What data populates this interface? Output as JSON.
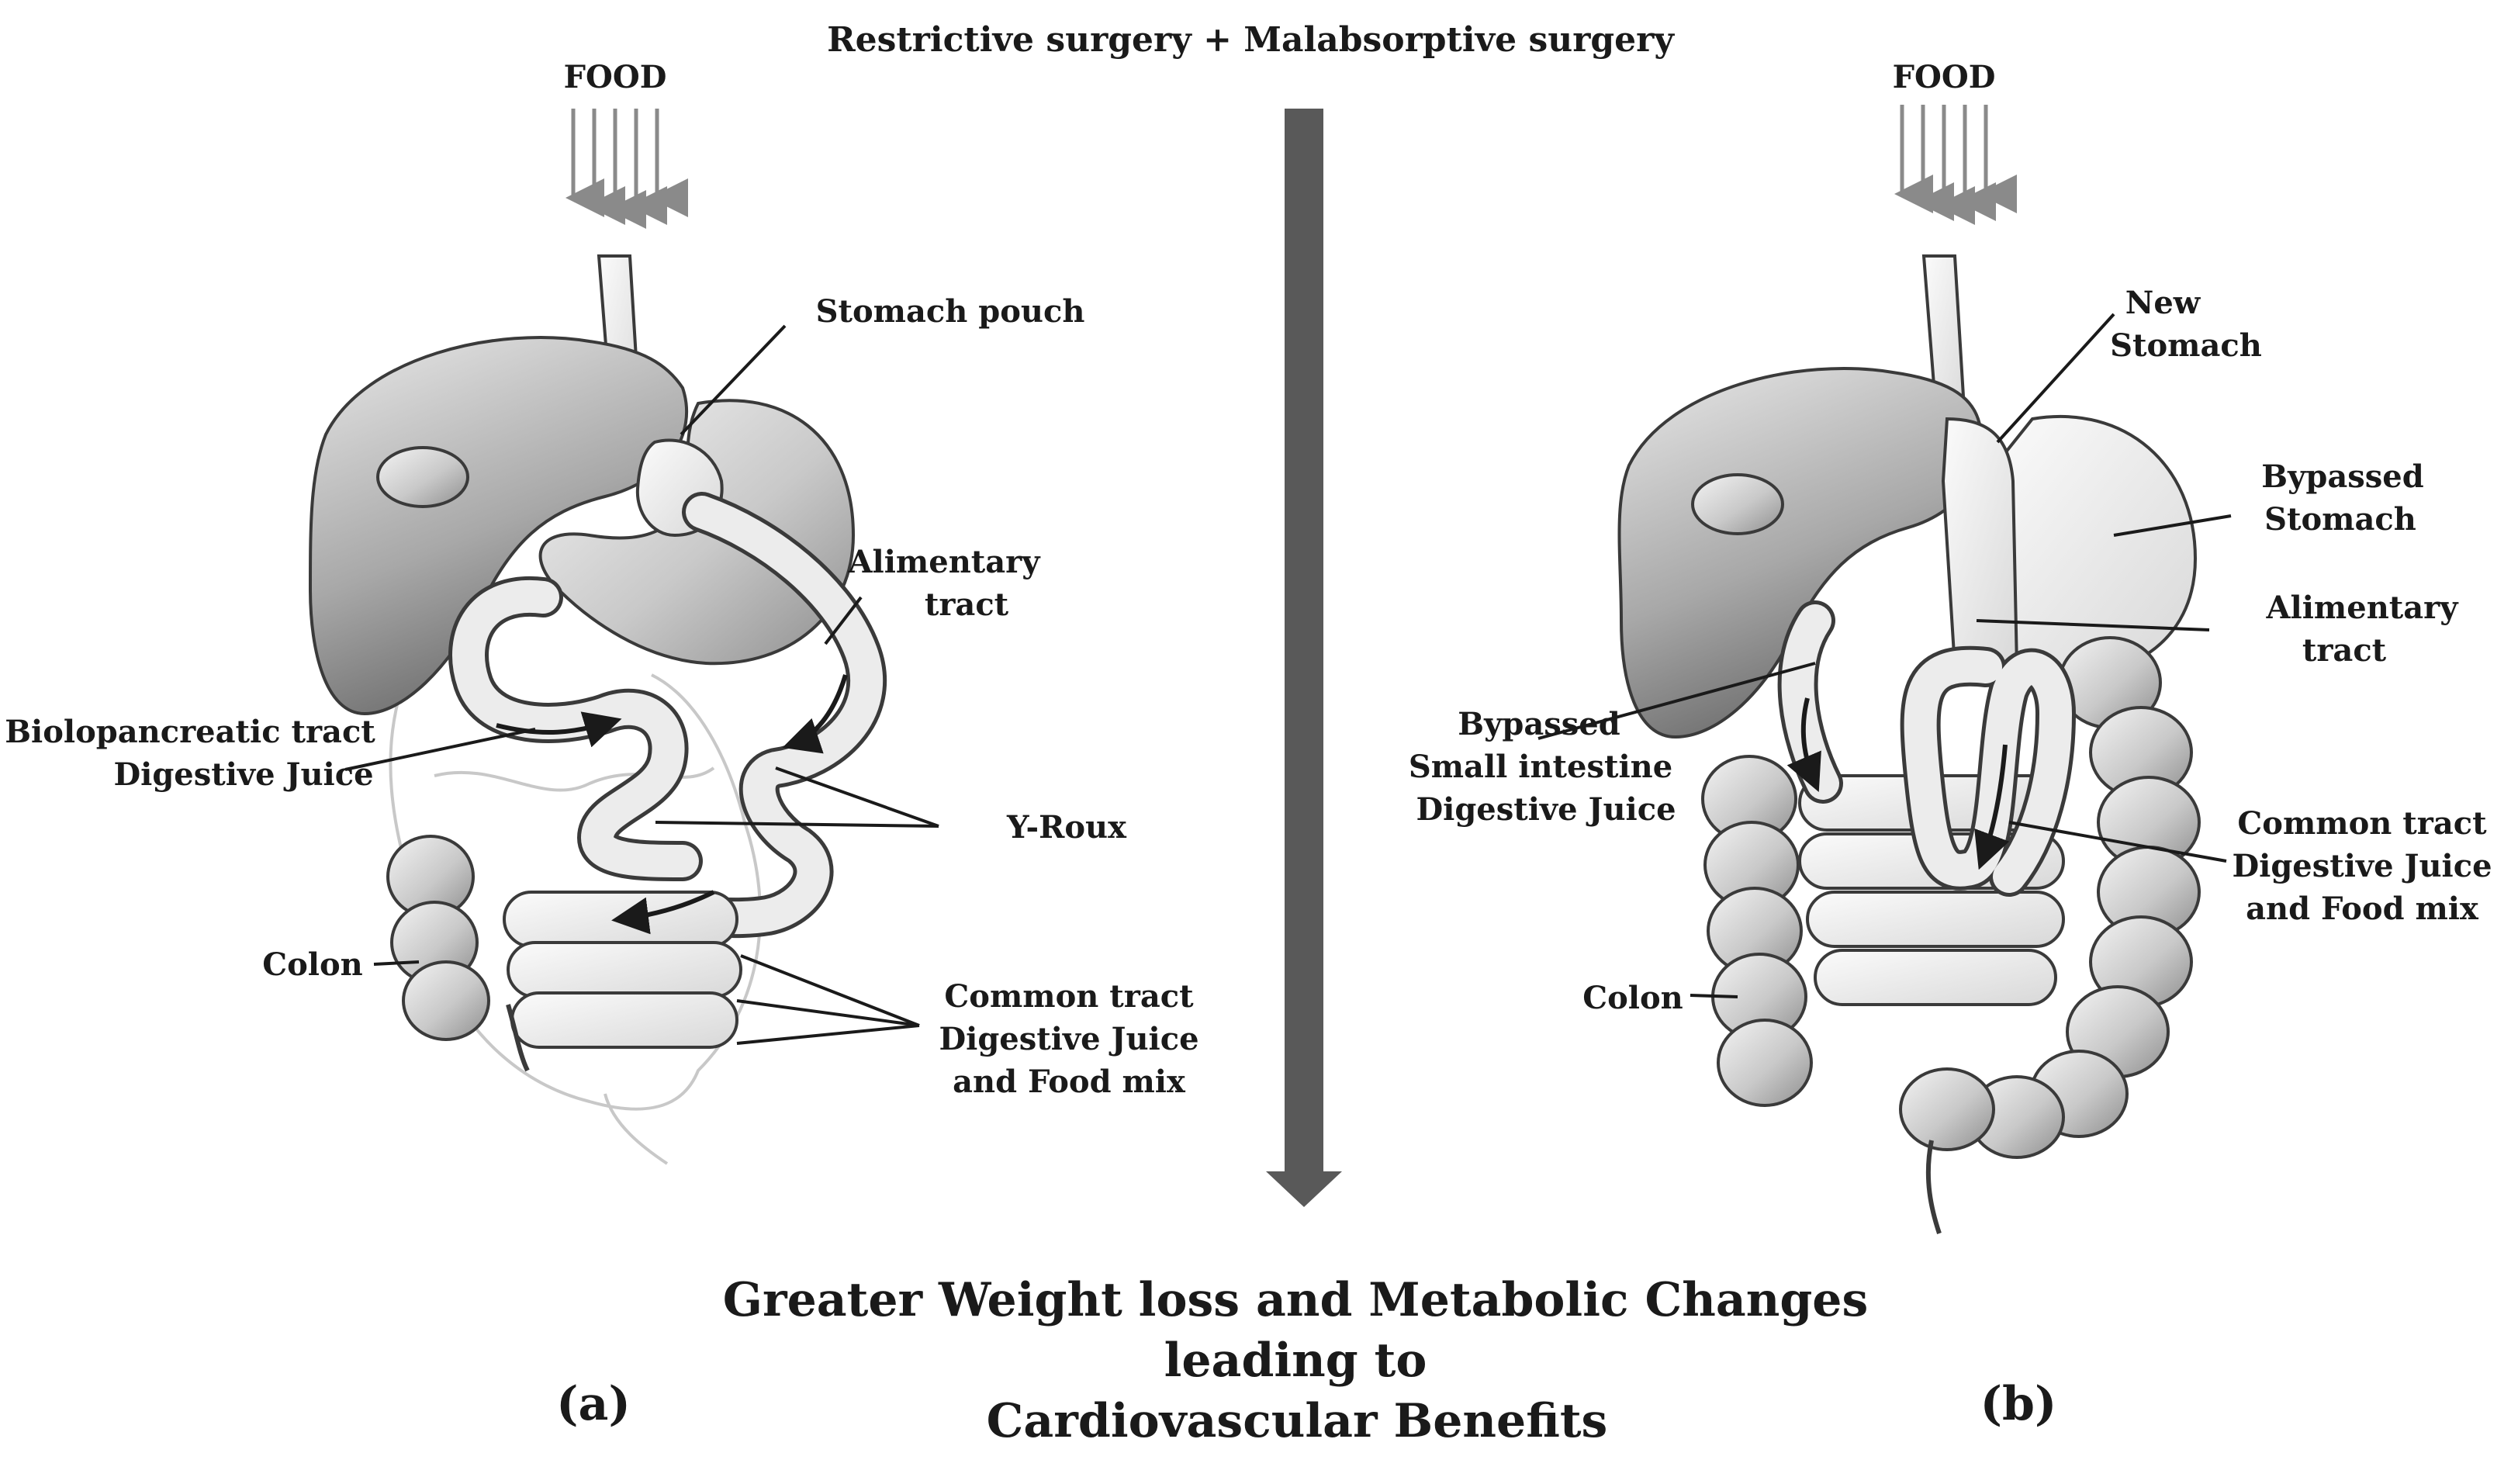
{
  "title": "Restrictive surgery + Malabsorptive surgery",
  "food_label": "FOOD",
  "conclusion": {
    "line1": "Greater Weight loss and Metabolic Changes",
    "line2": "leading to",
    "line3": "Cardiovascular Benefits"
  },
  "panel_a": {
    "caption": "(a)",
    "labels": {
      "stomach_pouch": "Stomach pouch",
      "alimentary_1": "Alimentary",
      "alimentary_2": "tract",
      "biliopancreatic_1": "Biolopancreatic tract",
      "biliopancreatic_2": "Digestive Juice",
      "y_roux": "Y-Roux",
      "colon": "Colon",
      "common_1": "Common tract",
      "common_2": "Digestive Juice",
      "common_3": "and Food mix"
    }
  },
  "panel_b": {
    "caption": "(b)",
    "labels": {
      "new_stomach_1": "New",
      "new_stomach_2": "Stomach",
      "bypassed_stomach_1": "Bypassed",
      "bypassed_stomach_2": "Stomach",
      "alimentary_1": "Alimentary",
      "alimentary_2": "tract",
      "bypassed_si_1": "Bypassed",
      "bypassed_si_2": "Small intestine",
      "bypassed_si_3": "Digestive Juice",
      "common_1": "Common tract",
      "common_2": "Digestive Juice",
      "common_3": "and Food mix",
      "colon": "Colon"
    }
  }
}
